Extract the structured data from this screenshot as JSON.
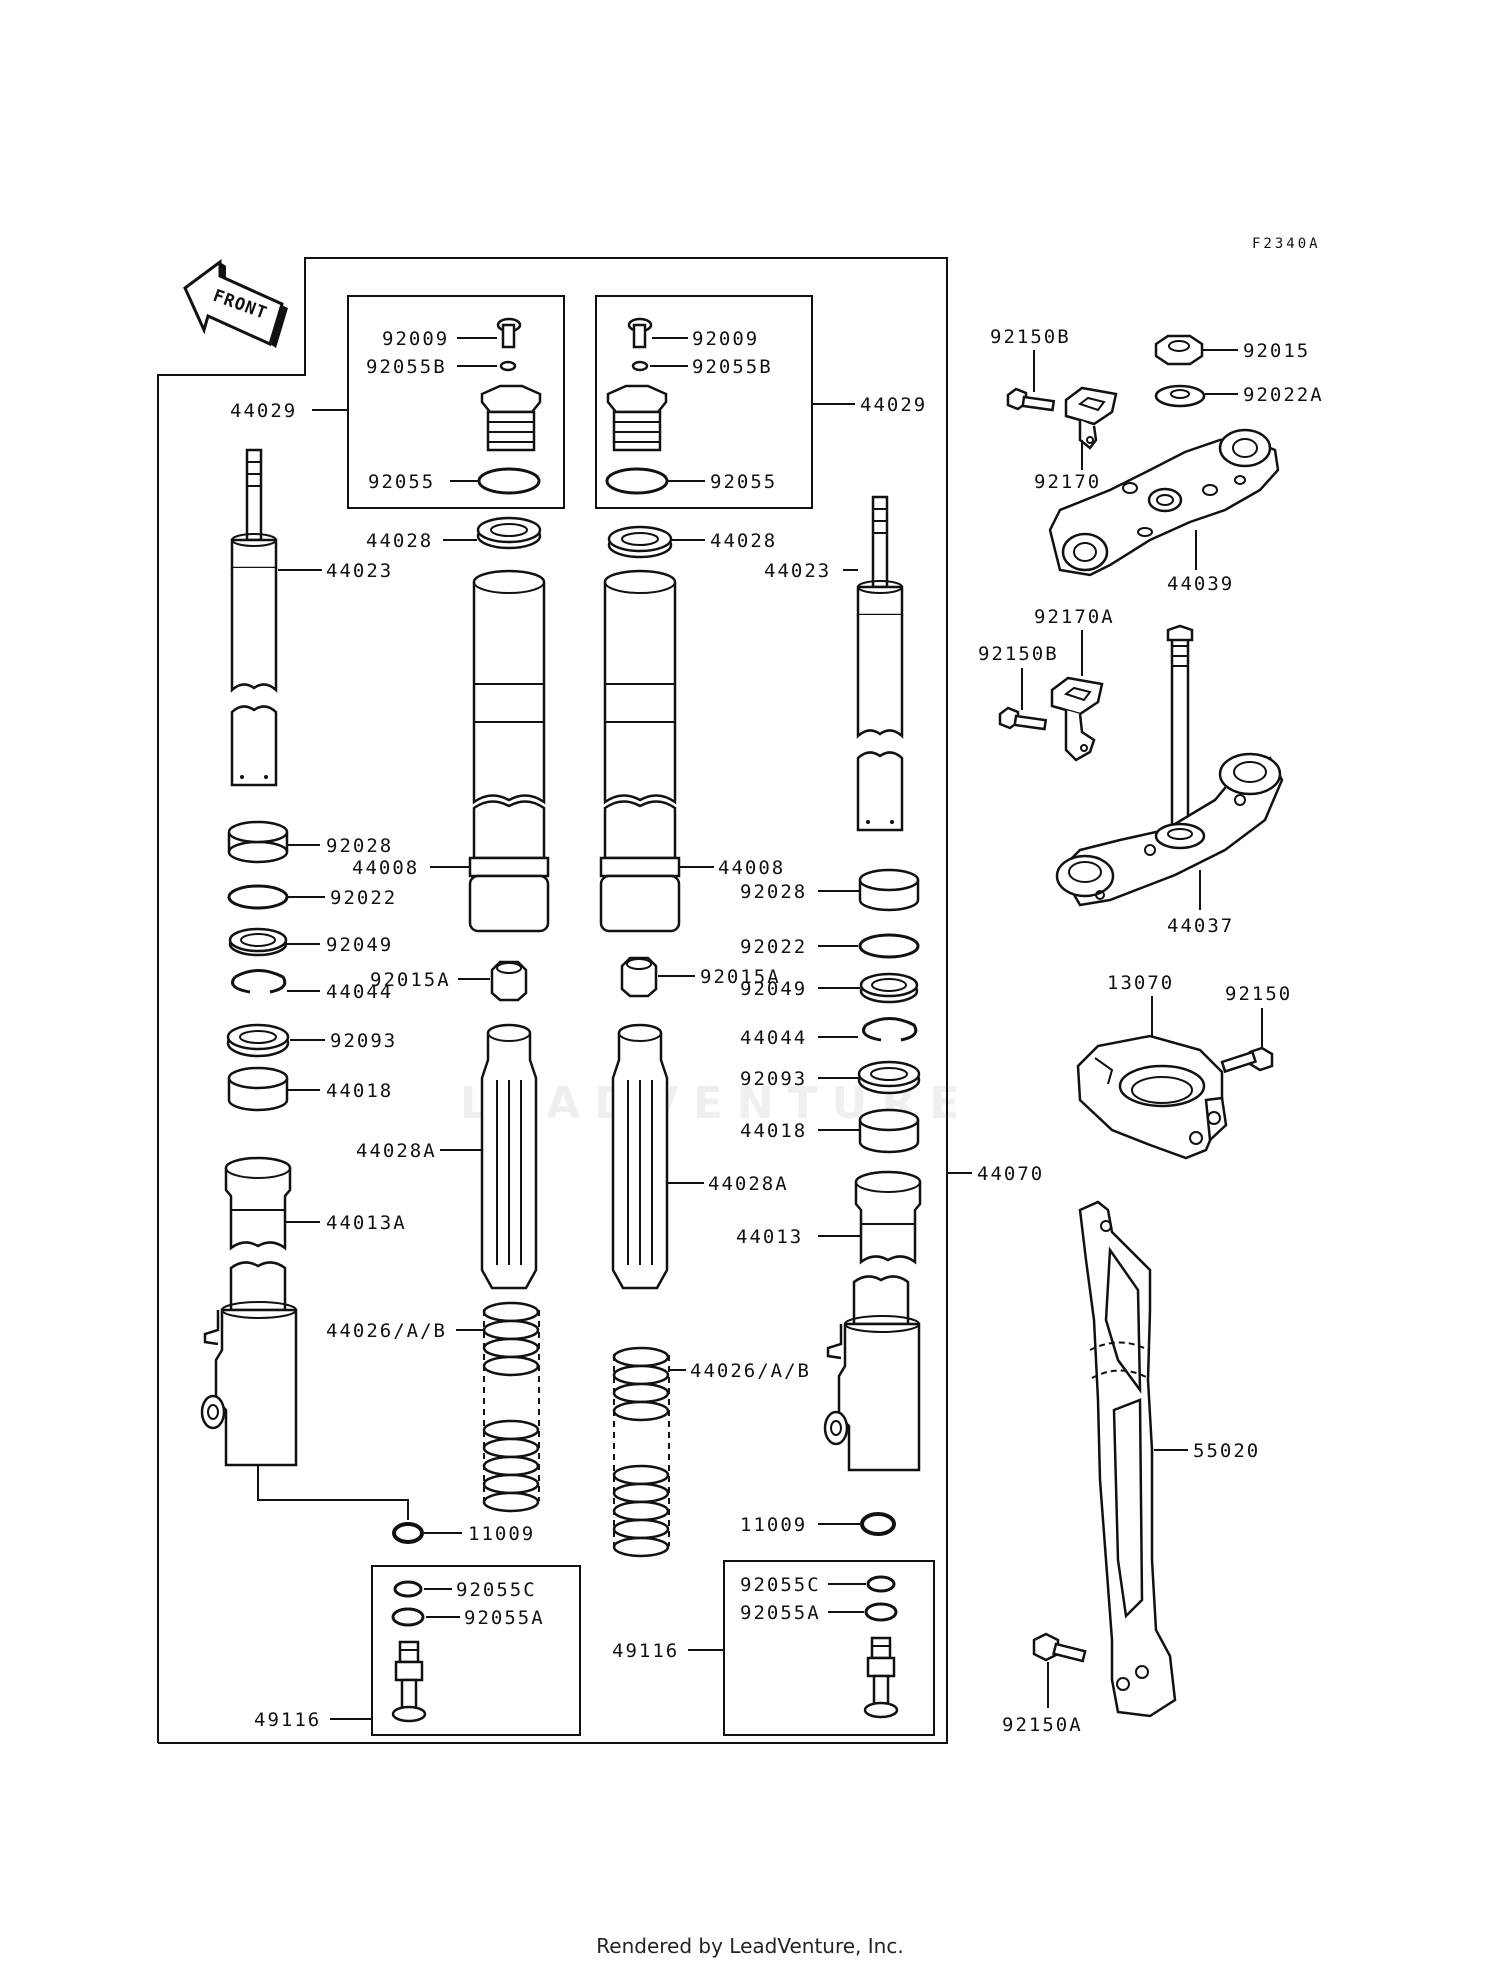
{
  "diagram": {
    "code": "F2340A",
    "front_label": "FRONT",
    "watermark": "LEADVENTURE",
    "parts": {
      "l_92009": "92009",
      "l_92055B": "92055B",
      "l_44029": "44029",
      "l_92055": "92055",
      "l_44028": "44028",
      "l_44023": "44023",
      "l_92028": "92028",
      "l_44008": "44008",
      "l_92022": "92022",
      "l_92049": "92049",
      "l_92015A": "92015A",
      "l_44044": "44044",
      "l_92093": "92093",
      "l_44018": "44018",
      "l_44028A": "44028A",
      "l_44013A": "44013A",
      "l_44026": "44026/A/B",
      "l_11009": "11009",
      "l_92055C": "92055C",
      "l_92055A": "92055A",
      "l_49116": "49116",
      "r_92009": "92009",
      "r_92055B": "92055B",
      "r_44029": "44029",
      "r_92055": "92055",
      "r_44028": "44028",
      "r_44023": "44023",
      "r_44008": "44008",
      "r_92028": "92028",
      "r_92022": "92022",
      "r_92015A": "92015A",
      "r_92049": "92049",
      "r_44044": "44044",
      "r_92093": "92093",
      "r_44018": "44018",
      "r_44028A": "44028A",
      "r_44013": "44013",
      "r_44026": "44026/A/B",
      "r_11009": "11009",
      "r_92055C": "92055C",
      "r_92055A": "92055A",
      "r_49116": "49116",
      "p_44070": "44070",
      "p_92150B_top": "92150B",
      "p_92015": "92015",
      "p_92022A": "92022A",
      "p_92170": "92170",
      "p_44039": "44039",
      "p_92170A": "92170A",
      "p_92150B_mid": "92150B",
      "p_44037": "44037",
      "p_13070": "13070",
      "p_92150": "92150",
      "p_55020": "55020",
      "p_92150A": "92150A"
    }
  },
  "footer": "Rendered by LeadVenture, Inc."
}
